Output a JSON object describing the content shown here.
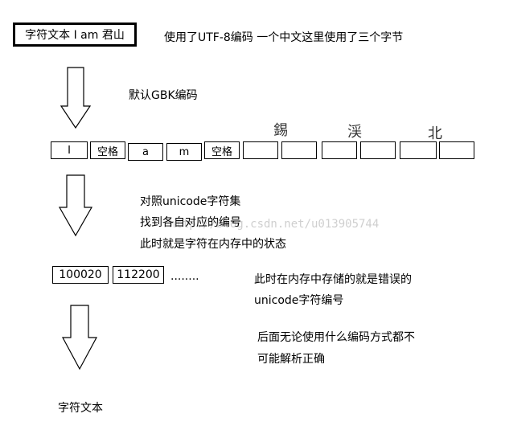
{
  "title_box": "字符文本 I am 君山",
  "note_utf8": "使用了UTF-8编码  一个中文这里使用了三个字节",
  "note_gbk": "默认GBK编码",
  "chars": [
    "錫",
    "渓",
    "北"
  ],
  "cells": [
    "I",
    "空格",
    "a",
    "m",
    "空格",
    "",
    "",
    "",
    "",
    "",
    ""
  ],
  "lookup_lines": [
    "对照unicode字符集",
    "找到各自对应的编号",
    "此时就是字符在内存中的状态"
  ],
  "watermark": "http://blog.csdn.net/u013905744",
  "codes": [
    "100020",
    "112200"
  ],
  "ellipsis": "........",
  "memory_note_lines": [
    "此时在内存中存储的就是错误的",
    "unicode字符编号"
  ],
  "conclusion_lines": [
    "后面无论使用什么编码方式都不",
    "可能解析正确"
  ],
  "result_label": "字符文本"
}
